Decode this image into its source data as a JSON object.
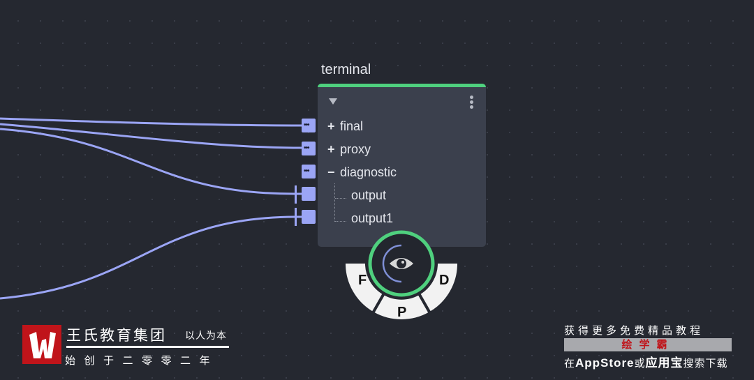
{
  "node": {
    "title": "terminal",
    "collapse_icon": "triangle-down-icon",
    "menu_icon": "kebab-icon",
    "rows": [
      {
        "sign": "+",
        "label": "final"
      },
      {
        "sign": "+",
        "label": "proxy"
      },
      {
        "sign": "−",
        "label": "diagnostic"
      }
    ],
    "children": [
      "output",
      "output1"
    ]
  },
  "port_dots": "•••",
  "radial": {
    "left": "F",
    "bottom": "P",
    "right": "D",
    "center_icon": "eye-icon"
  },
  "colors": {
    "accent": "#4fd07e",
    "port": "#9ba5f5",
    "wire": "#9ba5f5"
  },
  "watermark": {
    "brand": "王氏教育集团",
    "motto": "以人为本",
    "since": "始创于二零零二年",
    "ad_line1": "获得更多免费精品教程",
    "ad_app": "绘学霸",
    "ad_pre": "在",
    "ad_store": "AppStore",
    "ad_or": "或",
    "ad_yyb": "应用宝",
    "ad_post": "搜索下载"
  }
}
